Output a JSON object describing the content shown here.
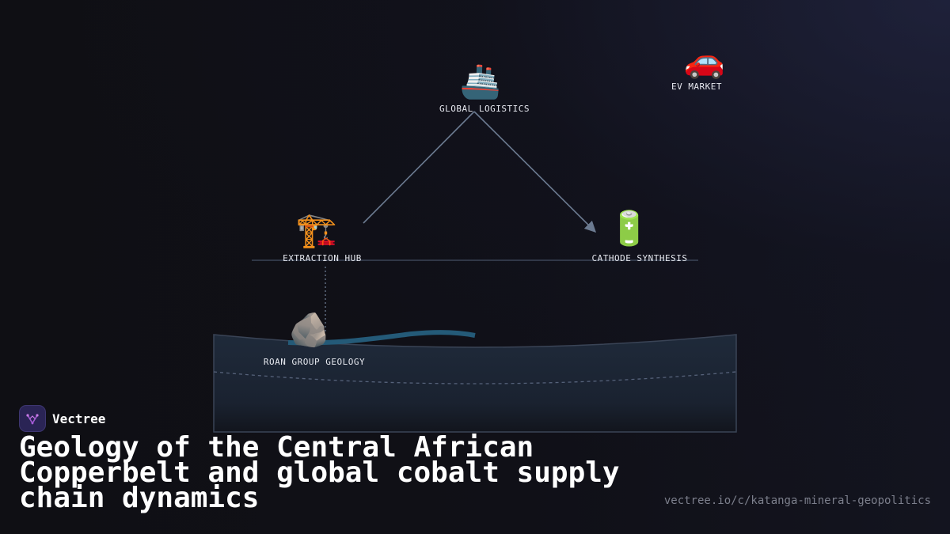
{
  "diagram": {
    "nodes": {
      "logistics": {
        "label": "GLOBAL LOGISTICS",
        "icon": "ship-icon",
        "glyph": "🚢"
      },
      "ev_market": {
        "label": "EV MARKET",
        "icon": "car-icon",
        "glyph": "🚗"
      },
      "extraction": {
        "label": "EXTRACTION HUB",
        "icon": "crane-icon",
        "glyph": "🏗️"
      },
      "cathode": {
        "label": "CATHODE SYNTHESIS",
        "icon": "battery-icon",
        "glyph": "🔋"
      },
      "geology": {
        "label": "ROAN GROUP GEOLOGY",
        "icon": "rock-icon",
        "glyph": "🪨"
      }
    },
    "colors": {
      "connector": "#6b7a90",
      "seam": "#2a5f80",
      "basin_fill": "#1f2a3a",
      "basin_stroke": "#3a4456"
    }
  },
  "footer": {
    "brand": "Vectree",
    "headline": "Geology of the Central African Copperbelt and global cobalt supply chain dynamics",
    "url": "vectree.io/c/katanga-mineral-geopolitics"
  }
}
